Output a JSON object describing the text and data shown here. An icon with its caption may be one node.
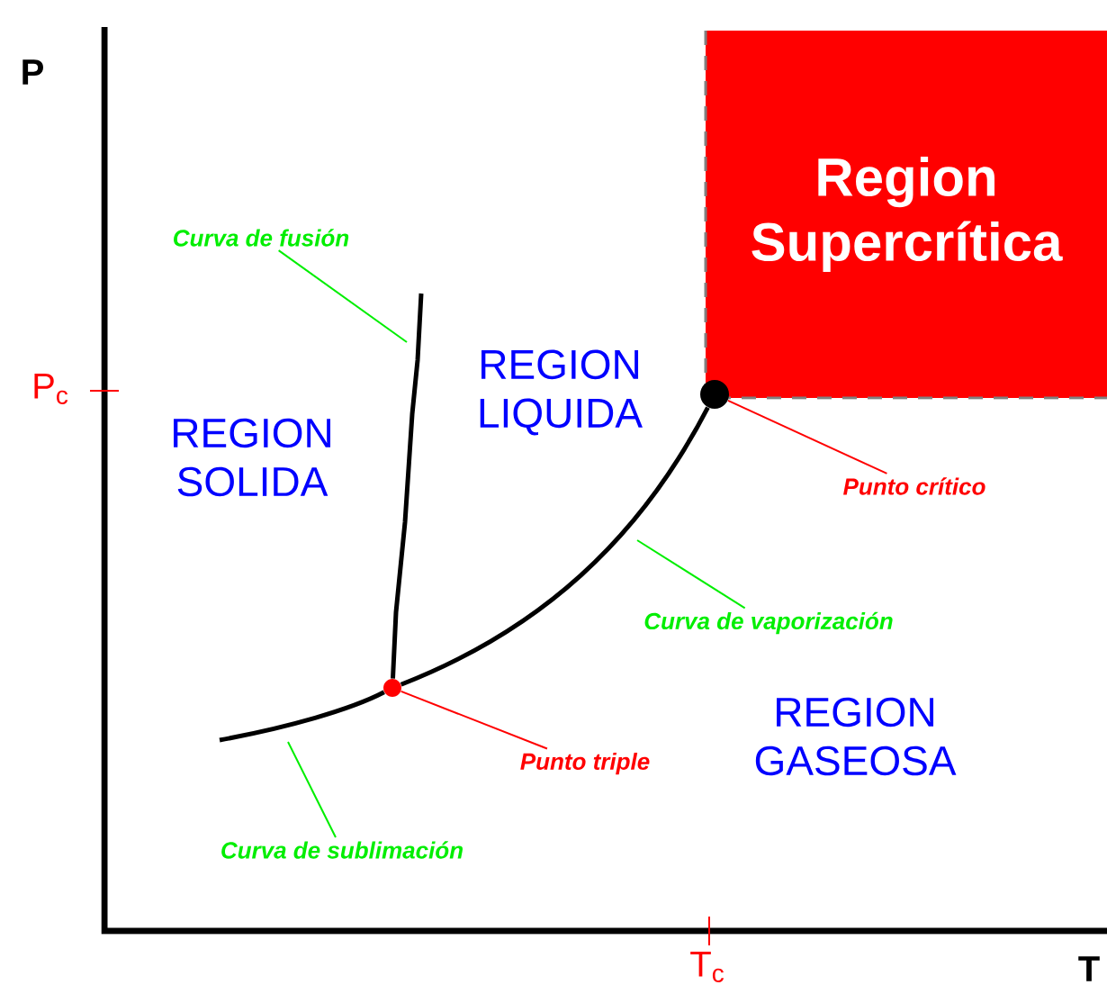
{
  "diagram": {
    "nodes": [
      {
        "text": [
          "Region Supercrítica"
        ]
      },
      {
        "text": [
          "Curva de fusión"
        ]
      },
      {
        "text": [
          "Curva de vaporización"
        ]
      },
      {
        "text": [
          "Curva de sublimación"
        ]
      },
      {
        "text": [
          "Punto triple"
        ]
      },
      {
        "text": [
          "Punto crítico"
        ]
      },
      {
        "text": [],
        "shape": "circle"
      },
      {
        "text": [],
        "shape": "circle"
      }
    ],
    "edges": [
      {
        "from": 1,
        "to": null,
        "arrow": "none"
      },
      {
        "from": 2,
        "to": null,
        "arrow": "none"
      },
      {
        "from": 3,
        "to": null,
        "arrow": "none"
      },
      {
        "from": 4,
        "to": 6,
        "arrow": "none",
        "color": "#ff0000"
      },
      {
        "from": 5,
        "to": 7,
        "arrow": "none",
        "color": "#ff0000"
      },
      {
        "from": 6,
        "to": 7,
        "arrow": "none",
        "style": "thick",
        "color": "#000000"
      },
      {
        "from": 6,
        "to": null,
        "arrow": "none",
        "style": "thick",
        "color": "#000000"
      },
      {
        "from": 6,
        "to": null,
        "arrow": "none",
        "style": "thick",
        "color": "#000000"
      }
    ],
    "labels": [
      "P",
      "P$_{c}$",
      "REGION SOLIDA",
      "REGION LIQUIDA",
      "REGION GASEOSA",
      "T$_{c}$",
      "T"
    ]
  }
}
